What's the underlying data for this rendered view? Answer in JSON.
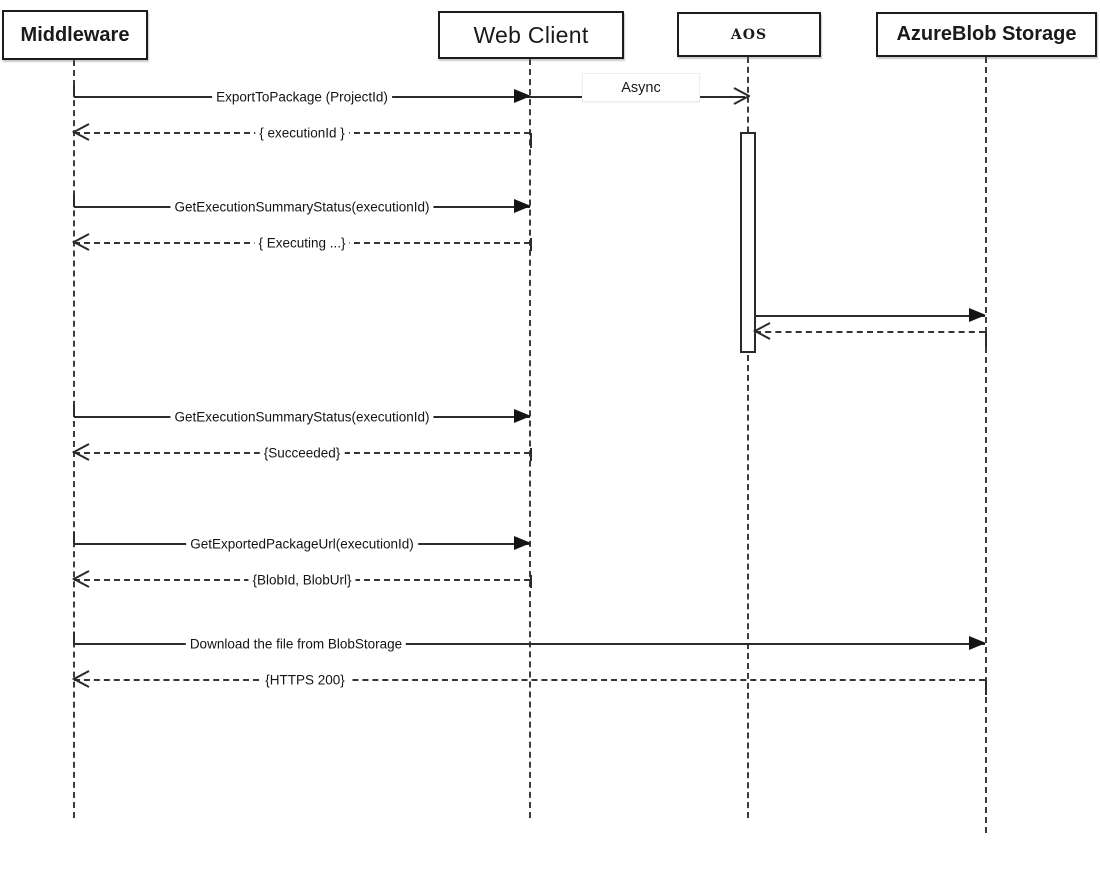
{
  "diagram_type": "uml-sequence-diagram",
  "colors": {
    "background": "#ffffff",
    "line": "#2b2b2b",
    "text": "#1a1a1a",
    "box_border": "#1c1c1c"
  },
  "participants": [
    {
      "name": "Middleware"
    },
    {
      "name": "Web Client"
    },
    {
      "name": "AOS"
    },
    {
      "name": "AzureBlob Storage"
    }
  ],
  "messages": [
    {
      "label": "ExportToPackage (ProjectId)",
      "type": "sync-request",
      "style": "solid-filled-arrow",
      "from": "Middleware",
      "to": "Web Client"
    },
    {
      "label": "Async",
      "type": "async-request",
      "style": "solid-open-arrow",
      "from": "Web Client",
      "to": "AOS"
    },
    {
      "label": "{ executionId }",
      "type": "return",
      "style": "dashed-open-arrow",
      "from": "Web Client",
      "to": "Middleware"
    },
    {
      "label": "GetExecutionSummaryStatus(executionId)",
      "type": "sync-request",
      "style": "solid-filled-arrow",
      "from": "Middleware",
      "to": "Web Client"
    },
    {
      "label": "{ Executing ...}",
      "type": "return",
      "style": "dashed-open-arrow",
      "from": "Web Client",
      "to": "Middleware"
    },
    {
      "label": "",
      "type": "sync-request",
      "style": "solid-filled-arrow",
      "from": "AOS",
      "to": "AzureBlob Storage"
    },
    {
      "label": "",
      "type": "return",
      "style": "dashed-open-arrow",
      "from": "AzureBlob Storage",
      "to": "AOS"
    },
    {
      "label": "GetExecutionSummaryStatus(executionId)",
      "type": "sync-request",
      "style": "solid-filled-arrow",
      "from": "Middleware",
      "to": "Web Client"
    },
    {
      "label": "{Succeeded}",
      "type": "return",
      "style": "dashed-open-arrow",
      "from": "Web Client",
      "to": "Middleware"
    },
    {
      "label": "GetExportedPackageUrl(executionId)",
      "type": "sync-request",
      "style": "solid-filled-arrow",
      "from": "Middleware",
      "to": "Web Client"
    },
    {
      "label": "{BlobId, BlobUrl}",
      "type": "return",
      "style": "dashed-open-arrow",
      "from": "Web Client",
      "to": "Middleware"
    },
    {
      "label": "Download the file from BlobStorage",
      "type": "sync-request",
      "style": "solid-filled-arrow",
      "from": "Middleware",
      "to": "AzureBlob Storage"
    },
    {
      "label": "{HTTPS 200}",
      "type": "return",
      "style": "dashed-open-arrow",
      "from": "AzureBlob Storage",
      "to": "Middleware"
    }
  ],
  "activations": [
    {
      "participant": "AOS",
      "note": "activation bar during async processing"
    }
  ]
}
